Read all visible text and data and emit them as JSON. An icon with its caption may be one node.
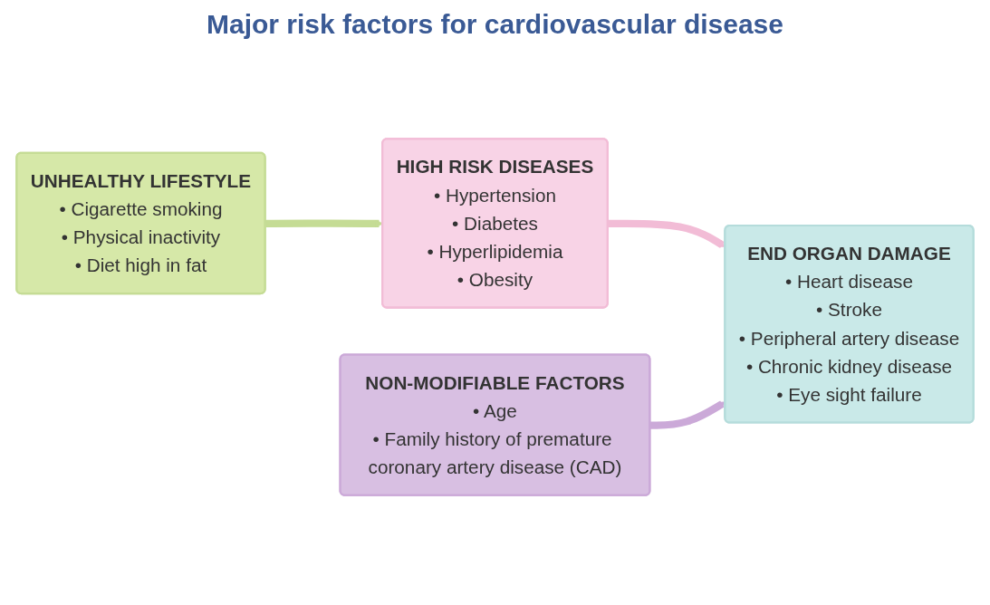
{
  "diagram": {
    "title": "Major risk factors for cardiovascular disease",
    "nodes": [
      {
        "text": [
          "UNHEALTHY LIFESTYLE",
          "• Cigarette smoking",
          "• Physical inactivity",
          "• Diet high in fat"
        ]
      },
      {
        "text": [
          "HIGH RISK DISEASES",
          "• Hypertension",
          "• Diabetes",
          "• Hyperlipidemia",
          "• Obesity"
        ]
      },
      {
        "text": [
          "NON-MODIFIABLE FACTORS",
          "• Age",
          "• Family history of premature coronary artery disease (CAD)"
        ]
      },
      {
        "text": [
          "END ORGAN DAMAGE",
          "• Heart disease",
          "• Stroke",
          "• Peripheral artery disease",
          "• Chronic kidney disease",
          "• Eye sight failure"
        ]
      }
    ],
    "edges": [
      {
        "from": 0,
        "to": 1,
        "arrow": "to",
        "color": "#c5dc95"
      },
      {
        "from": 1,
        "to": 3,
        "arrow": "to",
        "color": "#f2bcd6"
      },
      {
        "from": 2,
        "to": 3,
        "arrow": "to",
        "color": "#cba9d8"
      }
    ]
  }
}
